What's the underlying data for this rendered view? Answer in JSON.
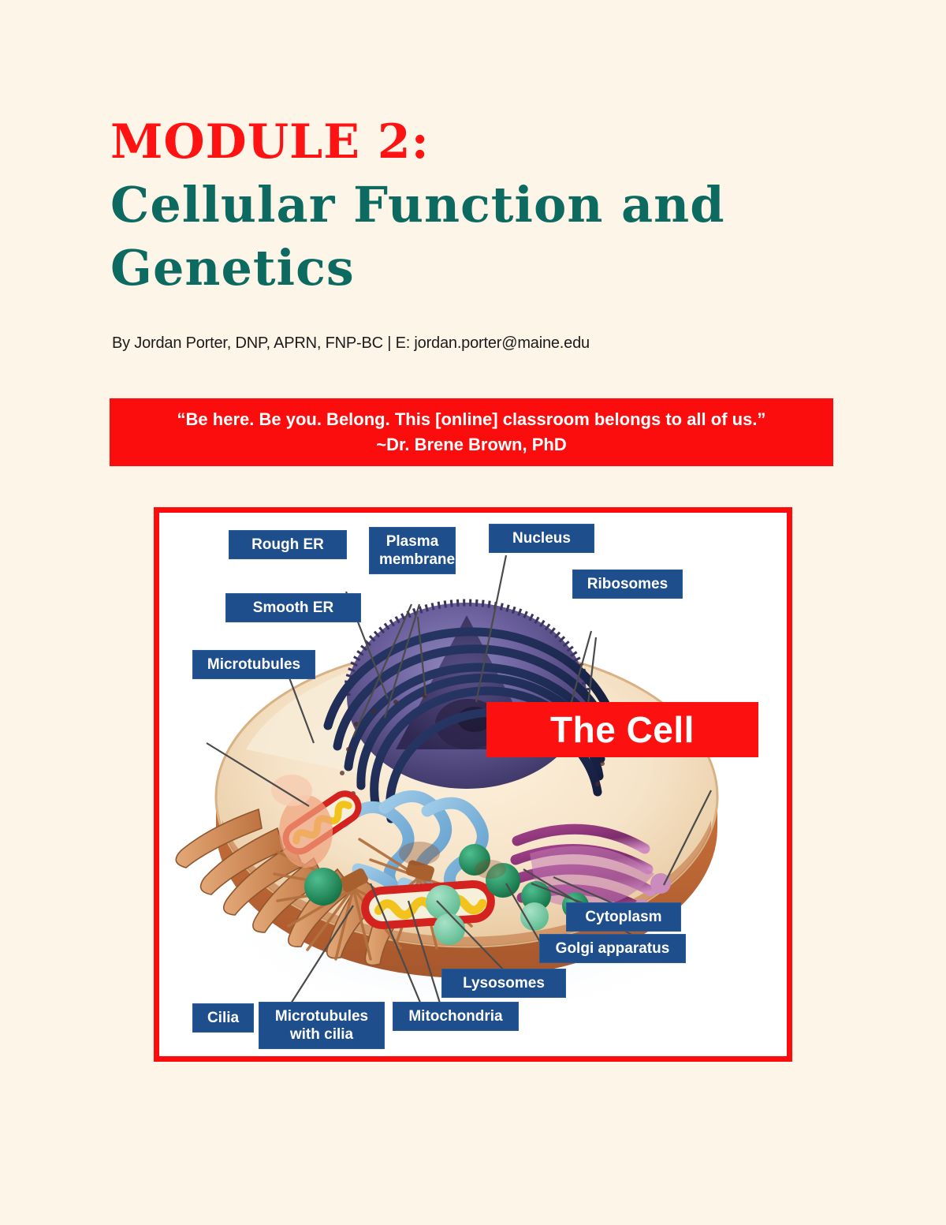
{
  "page": {
    "background_color": "#FDF5E8"
  },
  "header": {
    "title_line1": "MODULE 2:",
    "title_line2": "Cellular Function and",
    "title_line3": "Genetics",
    "title_color_accent": "#FF1212",
    "title_color_main": "#0D6A60",
    "byline": "By Jordan Porter, DNP, APRN, FNP-BC | E: jordan.porter@maine.edu"
  },
  "quote_banner": {
    "background_color": "#FC0D0D",
    "line1": "“Be here. Be you. Belong. This [online] classroom belongs to all of us.”",
    "line2": "~Dr. Brene Brown, PhD"
  },
  "figure": {
    "frame_color": "#FC0D0D",
    "banner_label": "The Cell",
    "banner_color": "#FC1010",
    "label_color": "#1F4E8C",
    "labels": [
      {
        "text": "Rough ER"
      },
      {
        "text": "Plasma\nmembrane"
      },
      {
        "text": "Nucleus"
      },
      {
        "text": "Ribosomes"
      },
      {
        "text": "Smooth ER"
      },
      {
        "text": "Microtubules"
      },
      {
        "text": "Cytoplasm"
      },
      {
        "text": "Golgi apparatus"
      },
      {
        "text": "Lysosomes"
      },
      {
        "text": "Mitochondria"
      },
      {
        "text": "Microtubules\nwith cilia"
      },
      {
        "text": "Cilia"
      }
    ]
  }
}
